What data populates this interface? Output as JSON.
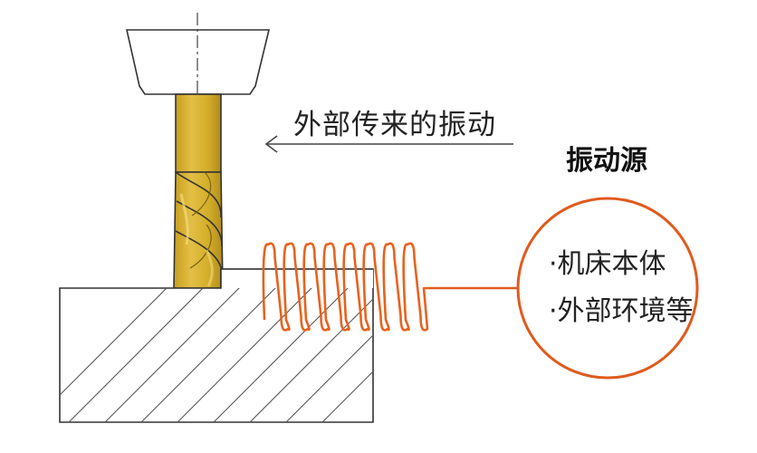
{
  "labels": {
    "external_vibration": "外部传来的振动",
    "vibration_source_title": "振动源"
  },
  "sources": [
    "·机床本体",
    "·外部环境等"
  ],
  "colors": {
    "spring": "#e8621e",
    "source_circle": "#e05b1e",
    "tool_gold": "#d4ae2a",
    "tool_gold_dark": "#a4841c",
    "line": "#333333"
  }
}
